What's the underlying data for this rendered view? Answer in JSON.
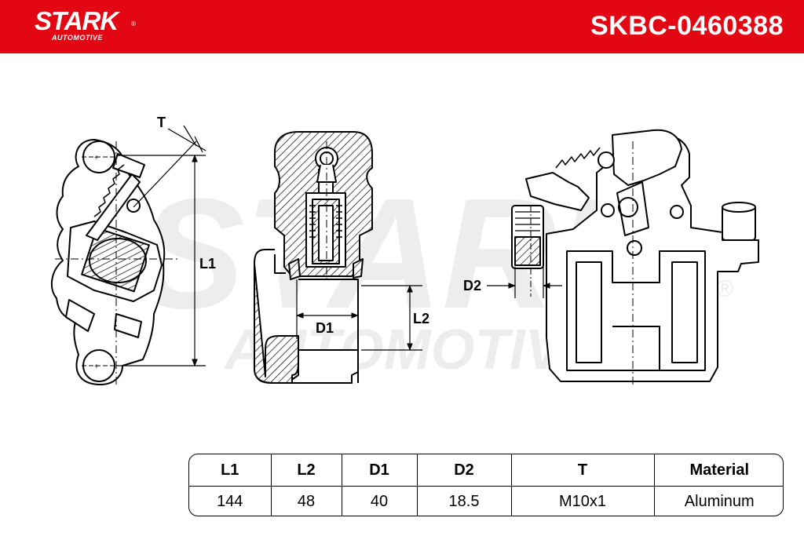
{
  "brand": {
    "name": "STARK",
    "tagline": "AUTOMOTIVE",
    "registered": "®",
    "color": "#e30613"
  },
  "part_number": "SKBC-0460388",
  "watermark": {
    "main": "STARK",
    "sub": "AUTOMOTIVE",
    "registered": "®"
  },
  "dimension_labels": {
    "t": "T",
    "l1": "L1",
    "l2": "L2",
    "d1": "D1",
    "d2": "D2"
  },
  "spec_table": {
    "headers": [
      "L1",
      "L2",
      "D1",
      "D2",
      "T",
      "Material"
    ],
    "values": [
      "144",
      "48",
      "40",
      "18.5",
      "M10x1",
      "Aluminum"
    ]
  }
}
